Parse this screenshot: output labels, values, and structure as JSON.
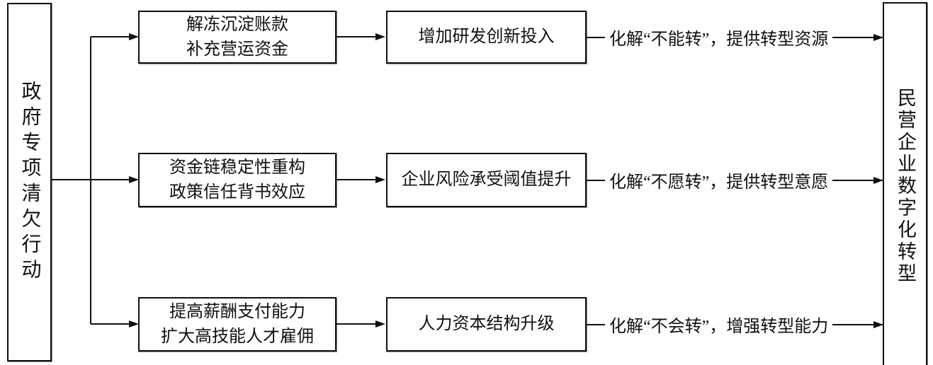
{
  "figure": {
    "left_node": {
      "label": "政府专项清欠行动"
    },
    "right_node": {
      "label": "民营企业数字化转型"
    },
    "rows": [
      {
        "mechanism_line1": "解冻沉淀账款",
        "mechanism_line2": "补充营运资金",
        "outcome": "增加研发创新投入",
        "effect": "化解“不能转”，提供转型资源"
      },
      {
        "mechanism_line1": "资金链稳定性重构",
        "mechanism_line2": "政策信任背书效应",
        "outcome": "企业风险承受阈值提升",
        "effect": "化解“不愿转”，提供转型意愿"
      },
      {
        "mechanism_line1": "提高薪酬支付能力",
        "mechanism_line2": "扩大高技能人才雇佣",
        "outcome": "人力资本结构升级",
        "effect": "化解“不会转”，增强转型能力"
      }
    ]
  }
}
